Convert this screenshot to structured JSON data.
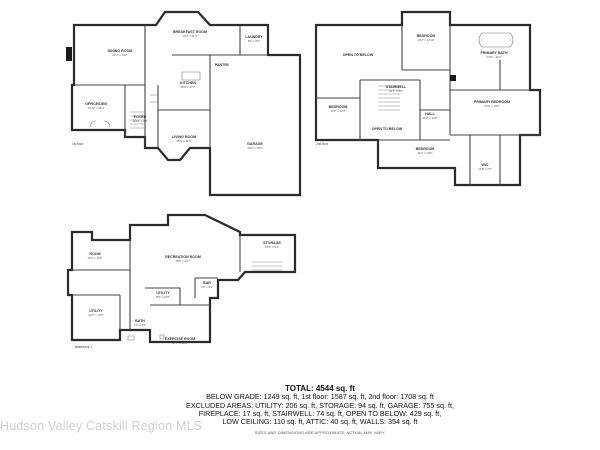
{
  "floors": [
    {
      "tag": "1st floor",
      "rooms": [
        {
          "name": "DINING ROOM",
          "dim": "22'3\" x 13'8\""
        },
        {
          "name": "BREAKFAST ROOM",
          "dim": "16'2\" x 11'4\""
        },
        {
          "name": "LAUNDRY",
          "dim": "8'2\" x 8'4\""
        },
        {
          "name": "KITCHEN",
          "dim": "18'6\" x 17'7\""
        },
        {
          "name": "OFFICE/DEN",
          "dim": "15'10\" x 12'0\""
        },
        {
          "name": "FOYER",
          "dim": "12'10\" x 9'8\""
        },
        {
          "name": "LIVING ROOM",
          "dim": "18'9\" x 16'0\""
        },
        {
          "name": "GARAGE",
          "dim": "30'3\" x 29'0\""
        },
        {
          "name": "PANTRY",
          "dim": ""
        }
      ]
    },
    {
      "tag": "2nd floor",
      "rooms": [
        {
          "name": "OPEN TO BELOW",
          "dim": ""
        },
        {
          "name": "BEDROOM",
          "dim": "13'0\" x 12'10\""
        },
        {
          "name": "PRIMARY BATH",
          "dim": "22'6\" x 11'3\""
        },
        {
          "name": "BEDROOM",
          "dim": "13'0\" x 12'3\""
        },
        {
          "name": "STAIRWELL",
          "dim": "10'1\" x 9'0\""
        },
        {
          "name": "HALL",
          "dim": "24'0\" x 12'8\""
        },
        {
          "name": "PRIMARY BEDROOM",
          "dim": "24'0\" x 19'0\""
        },
        {
          "name": "OPEN TO BELOW",
          "dim": ""
        },
        {
          "name": "BEDROOM",
          "dim": "14'4\" x 12'6\""
        },
        {
          "name": "WIC",
          "dim": "13'8\" x 7'5\""
        }
      ]
    },
    {
      "tag": "Basement 1",
      "rooms": [
        {
          "name": "ROOM",
          "dim": "15'4\" x 10'6\""
        },
        {
          "name": "RECREATION ROOM",
          "dim": "38'6\" x 24'7\""
        },
        {
          "name": "STORAGE",
          "dim": "13'6\" x 5'4\""
        },
        {
          "name": "BAR",
          "dim": "7'8\" x 6'0\""
        },
        {
          "name": "UTILITY",
          "dim": "8'8\" x 10'0\""
        },
        {
          "name": "UTILITY",
          "dim": "12'9\" x 12'5\""
        },
        {
          "name": "BATH",
          "dim": "7'6\" x 5'5\""
        },
        {
          "name": "EXERCISE ROOM",
          "dim": "17'7\" x 19'8\""
        }
      ]
    }
  ],
  "summary": {
    "total": "TOTAL: 4544 sq. ft",
    "line1": "BELOW GRADE: 1249 sq. ft, 1st floor: 1587 sq. ft, 2nd floor: 1708 sq. ft",
    "line2": "EXCLUDED AREAS: UTILITY: 206 sq. ft, STORAGE: 94 sq. ft, GARAGE: 755 sq. ft,",
    "line3": "FIREPLACE: 17 sq. ft, STAIRWELL: 74 sq. ft, OPEN TO BELOW: 429 sq. ft,",
    "line4": "LOW CEILING: 110 sq. ft, ATTIC: 40 sq. ft, WALLS: 354 sq. ft",
    "note": "SIZES AND DIMENSIONS ARE APPROXIMATE, ACTUAL MAY VARY."
  },
  "watermark": "Hudson Valley Catskill Region MLS"
}
